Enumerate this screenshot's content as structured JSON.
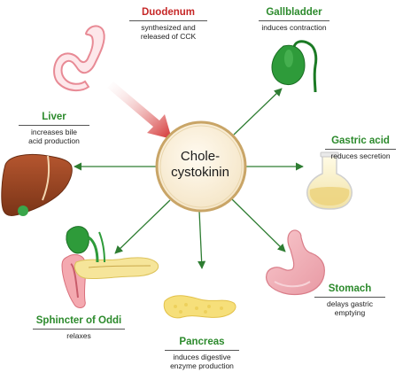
{
  "center": {
    "line1": "Chole-",
    "line2": "cystokinin"
  },
  "organs": {
    "duodenum": {
      "title": "Duodenum",
      "desc1": "synthesized and",
      "desc2": "released of CCK"
    },
    "gallbladder": {
      "title": "Gallbladder",
      "desc1": "induces contraction"
    },
    "liver": {
      "title": "Liver",
      "desc1": "increases bile",
      "desc2": "acid production"
    },
    "gastric_acid": {
      "title": "Gastric acid",
      "desc1": "reduces secretion"
    },
    "sphincter": {
      "title": "Sphincter of Oddi",
      "desc1": "relaxes"
    },
    "stomach": {
      "title": "Stomach",
      "desc1": "delays gastric",
      "desc2": "emptying"
    },
    "pancreas": {
      "title": "Pancreas",
      "desc1": "induces digestive",
      "desc2": "enzyme production"
    }
  },
  "colors": {
    "green_title": "#2c8a2c",
    "red_title": "#c62828",
    "arrow_green": "#2e7d32",
    "center_fill": "#fbf3df",
    "center_ring": "#c9a567"
  }
}
